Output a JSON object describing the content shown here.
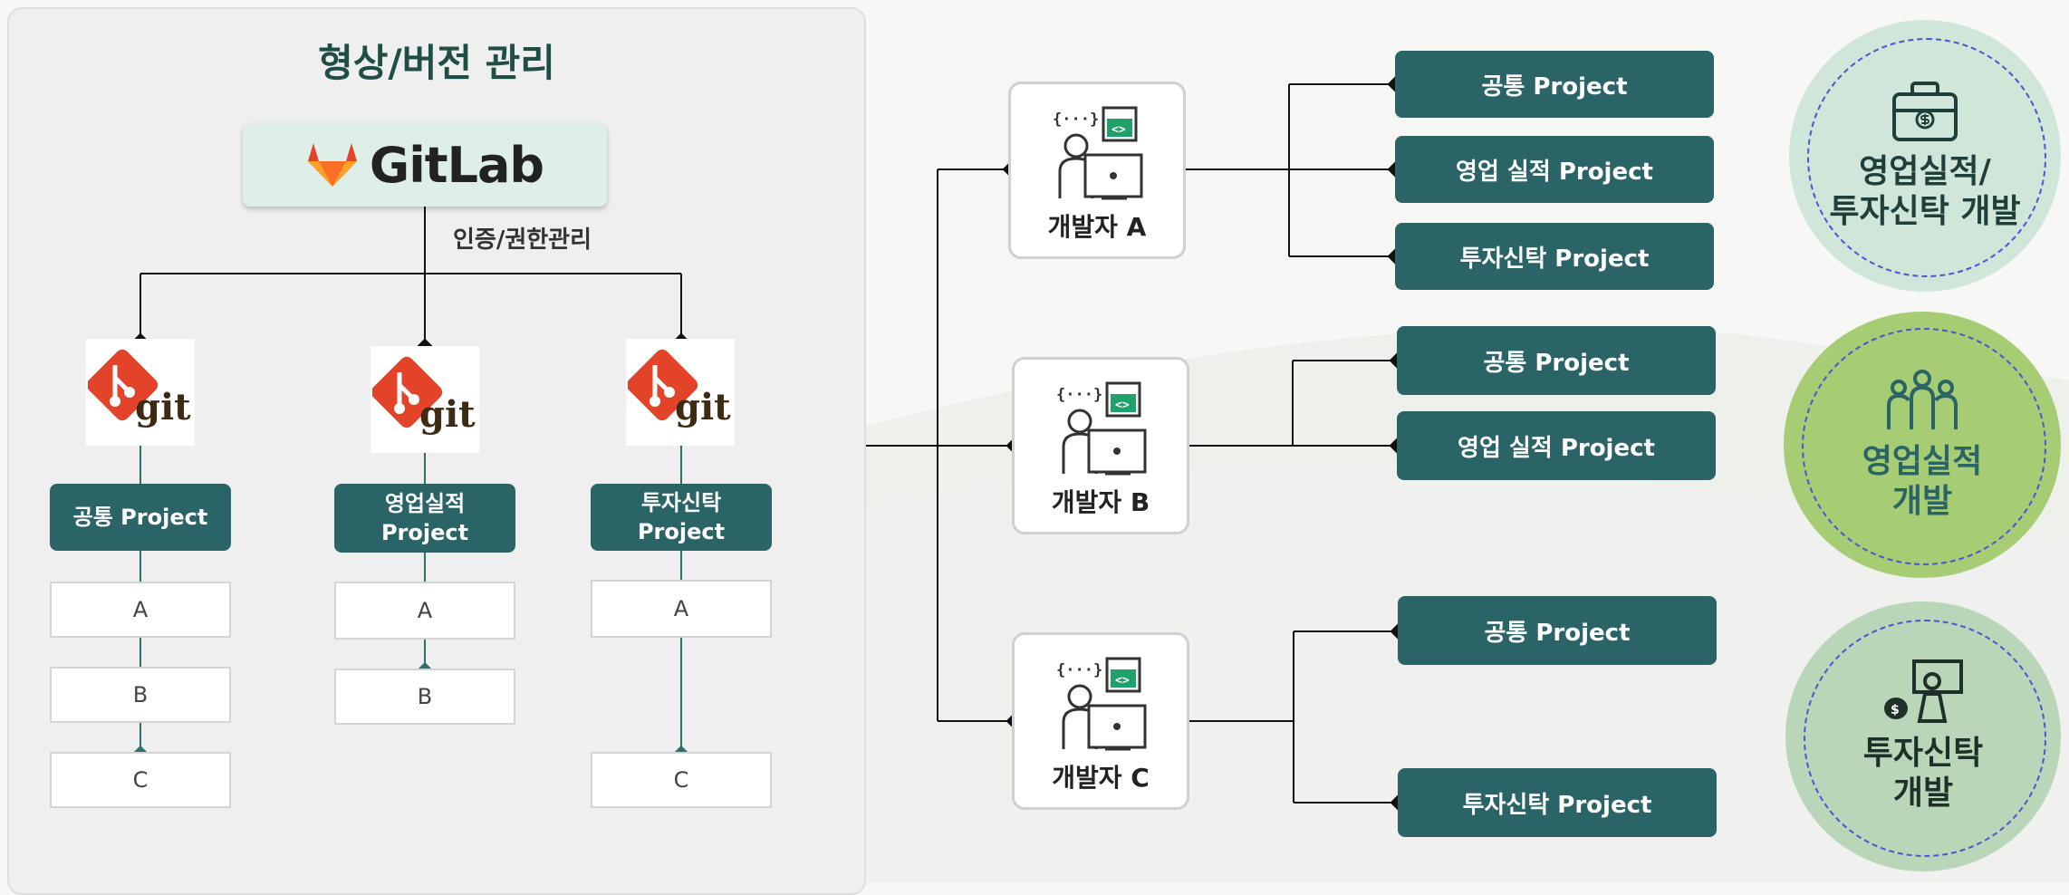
{
  "left_panel": {
    "title": "형상/버전 관리",
    "gitlab_label": "GitLab",
    "auth_label": "인증/권한관리",
    "git_logo_text": "git",
    "projects": [
      {
        "label": "공통 Project",
        "branches": [
          "A",
          "B",
          "C"
        ]
      },
      {
        "label": "영업실적\nProject",
        "branches": [
          "A",
          "B"
        ]
      },
      {
        "label": "투자신탁\nProject",
        "branches": [
          "A",
          "C"
        ]
      }
    ]
  },
  "developers": [
    {
      "label": "개발자 A",
      "projects": [
        "공통 Project",
        "영업 실적 Project",
        "투자신탁 Project"
      ]
    },
    {
      "label": "개발자 B",
      "projects": [
        "공통 Project",
        "영업 실적 Project"
      ]
    },
    {
      "label": "개발자 C",
      "projects": [
        "공통 Project",
        "투자신탁 Project"
      ]
    }
  ],
  "icon_glyphs": {
    "code_brackets": "{···}",
    "code_tag": "<>"
  },
  "circles": [
    {
      "label": "영업실적/\n투자신탁 개발",
      "icon": "toolbox-dollar-icon",
      "color": "#cfe6d8",
      "text_color": "#1f3f3a"
    },
    {
      "label": "영업실적\n개발",
      "icon": "team-people-icon",
      "color": "#a6cc74",
      "text_color": "#2a6466"
    },
    {
      "label": "투자신탁\n개발",
      "icon": "investor-presentation-icon",
      "color": "#b9d6b8",
      "text_color": "#1f2f2a"
    }
  ],
  "colors": {
    "accent_teal": "#2a6466",
    "title_green": "#1f4e46",
    "git_orange": "#e24329",
    "gitlab_orange": "#fc6d26",
    "circle_dash": "#4c55d6"
  }
}
